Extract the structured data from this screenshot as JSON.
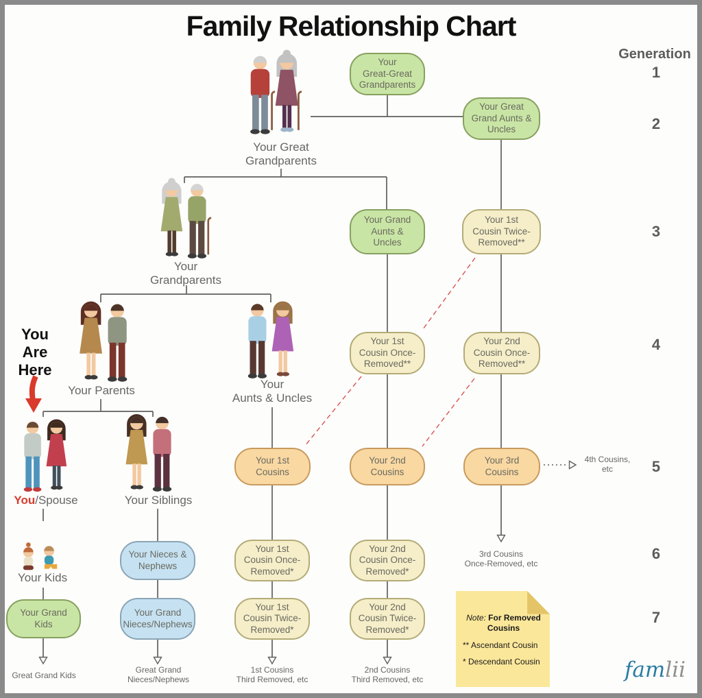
{
  "title": "Family Relationship Chart",
  "generation": {
    "label": "Generation",
    "numbers": [
      "1",
      "2",
      "3",
      "4",
      "5",
      "6",
      "7"
    ]
  },
  "you_are_here": "You\nAre\nHere",
  "nodes": {
    "gg_grandparents": {
      "label": "Your\nGreat-Great\nGrandparents",
      "style": "green"
    },
    "great_grand_aunts": {
      "label": "Your Great\nGrand Aunts &\nUncles",
      "style": "green"
    },
    "grand_aunts": {
      "label": "Your Grand\nAunts &\nUncles",
      "style": "green"
    },
    "c1_twice_removed_up": {
      "label": "Your 1st\nCousin Twice-\nRemoved**",
      "style": "cream"
    },
    "c1_once_removed_up": {
      "label": "Your 1st\nCousin Once-\nRemoved**",
      "style": "cream"
    },
    "c2_once_removed_up": {
      "label": "Your 2nd\nCousin Once-\nRemoved**",
      "style": "cream"
    },
    "c1": {
      "label": "Your 1st\nCousins",
      "style": "orange"
    },
    "c2": {
      "label": "Your 2nd\nCousins",
      "style": "orange"
    },
    "c3": {
      "label": "Your 3rd\nCousins",
      "style": "orange"
    },
    "nieces_nephews": {
      "label": "Your Nieces &\nNephews",
      "style": "blue"
    },
    "c1_once_removed_down": {
      "label": "Your 1st\nCousin Once-\nRemoved*",
      "style": "cream"
    },
    "c2_once_removed_down": {
      "label": "Your 2nd\nCousin Once-\nRemoved*",
      "style": "cream"
    },
    "grand_kids": {
      "label": "Your Grand\nKids",
      "style": "green"
    },
    "grand_nieces_nephews": {
      "label": "Your Grand\nNieces/Nephews",
      "style": "blue"
    },
    "c1_twice_removed_down": {
      "label": "Your 1st\nCousin Twice-\nRemoved*",
      "style": "cream"
    },
    "c2_twice_removed_down": {
      "label": "Your 2nd\nCousin Twice-\nRemoved*",
      "style": "cream"
    }
  },
  "captions": {
    "great_grandparents": "Your Great\nGrandparents",
    "grandparents": "Your\nGrandparents",
    "parents": "Your Parents",
    "aunts_uncles": "Your\nAunts & Uncles",
    "you": "You",
    "spouse": "/Spouse",
    "siblings": "Your Siblings",
    "kids": "Your Kids",
    "great_grand_kids": "Great Grand Kids",
    "great_grand_nieces": "Great Grand\nNieces/Nephews",
    "c1_third_removed": "1st Cousins\nThird Removed, etc",
    "c2_third_removed": "2nd Cousins\nThird Removed, etc",
    "c3_once_removed": "3rd Cousins\nOnce-Removed, etc",
    "c4_etc": "4th Cousins,\netc"
  },
  "note": {
    "prefix": "Note:",
    "title": " For Removed Cousins",
    "ascendant": "** Ascendant Cousin",
    "descendant": "* Descendant Cousin"
  },
  "logo": {
    "fam": "fam",
    "lii": "lii"
  },
  "illustrations": [
    "great-grandparents-elderly-couple",
    "grandparents-elderly-couple",
    "parents-couple",
    "aunts-uncles-couple",
    "you-spouse-couple",
    "siblings-couple",
    "your-kids-toddlers"
  ],
  "colors": {
    "title": "#111111",
    "line": "#5f5f5f",
    "node_text": "#69695f",
    "caption": "#666666",
    "green_fill": "#c9e5a5",
    "green_border": "#87a05e",
    "cream_fill": "#f5eec9",
    "cream_border": "#b3ab76",
    "orange_fill": "#f9d8a2",
    "orange_border": "#c79a5e",
    "blue_fill": "#c6e2f2",
    "blue_border": "#8aa5b5",
    "red": "#d93a2b",
    "red_dash": "#d9534f",
    "note_fill": "#fbe79a",
    "note_fold": "#e3c567",
    "logo_fam": "#2b7ca3",
    "logo_lii": "#8f8f8f",
    "frame": "#8a8a8a"
  }
}
